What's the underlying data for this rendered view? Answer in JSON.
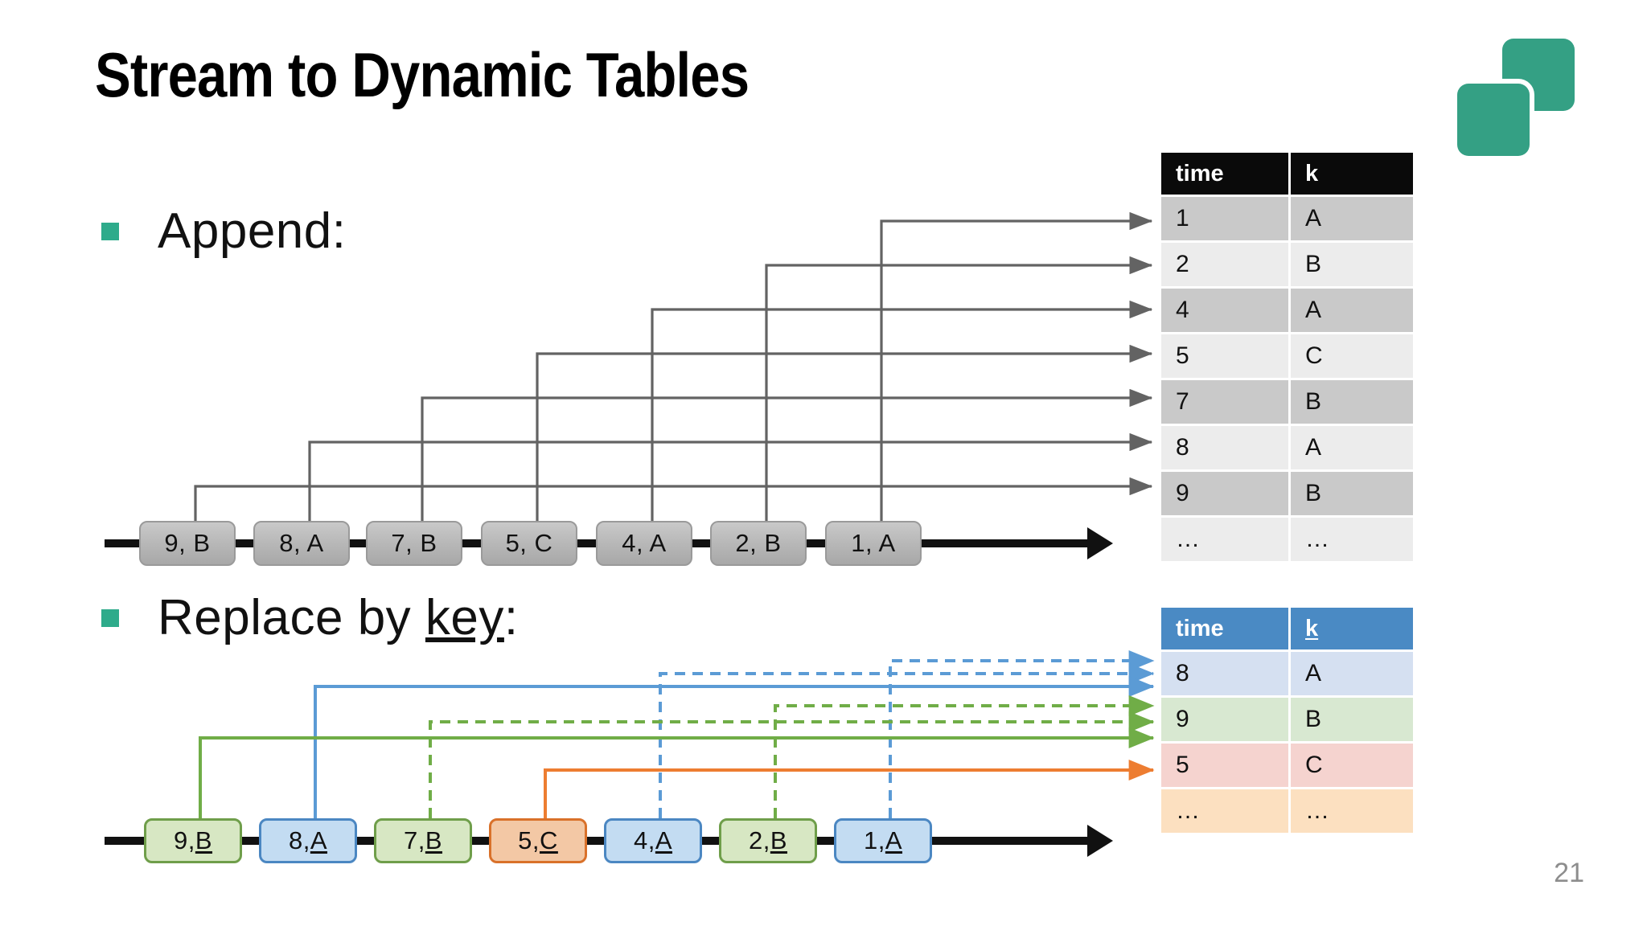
{
  "slide": {
    "title": "Stream to Dynamic Tables",
    "page_number": "21",
    "accent_color": "#2eab8b",
    "logo_color": "#34a084"
  },
  "bullets": [
    {
      "label_prefix": "Append",
      "label_key": "",
      "label_suffix": ":",
      "full": "Append:"
    },
    {
      "label_prefix": "Replace by ",
      "label_key": "key",
      "label_suffix": ":",
      "full": "Replace by key:"
    }
  ],
  "append_section": {
    "stream_events": [
      {
        "time": "9",
        "key": "B",
        "text": "9, B",
        "color": "grey"
      },
      {
        "time": "8",
        "key": "A",
        "text": "8, A",
        "color": "grey"
      },
      {
        "time": "7",
        "key": "B",
        "text": "7, B",
        "color": "grey"
      },
      {
        "time": "5",
        "key": "C",
        "text": "5, C",
        "color": "grey"
      },
      {
        "time": "4",
        "key": "A",
        "text": "4, A",
        "color": "grey"
      },
      {
        "time": "2",
        "key": "B",
        "text": "2, B",
        "color": "grey"
      },
      {
        "time": "1",
        "key": "A",
        "text": "1, A",
        "color": "grey"
      }
    ],
    "table": {
      "header_bg": "#0a0a0a",
      "columns": [
        "time",
        "k"
      ],
      "rows": [
        [
          "1",
          "A"
        ],
        [
          "2",
          "B"
        ],
        [
          "4",
          "A"
        ],
        [
          "5",
          "C"
        ],
        [
          "7",
          "B"
        ],
        [
          "8",
          "A"
        ],
        [
          "9",
          "B"
        ],
        [
          "…",
          "…"
        ]
      ]
    }
  },
  "replace_section": {
    "stream_events": [
      {
        "time": "9",
        "key": "B",
        "text_prefix": "9, ",
        "key_text": "B",
        "color": "green"
      },
      {
        "time": "8",
        "key": "A",
        "text_prefix": "8, ",
        "key_text": "A",
        "color": "blue"
      },
      {
        "time": "7",
        "key": "B",
        "text_prefix": "7, ",
        "key_text": "B",
        "color": "green"
      },
      {
        "time": "5",
        "key": "C",
        "text_prefix": "5, ",
        "key_text": "C",
        "color": "orange"
      },
      {
        "time": "4",
        "key": "A",
        "text_prefix": "4, ",
        "key_text": "A",
        "color": "blue"
      },
      {
        "time": "2",
        "key": "B",
        "text_prefix": "2, ",
        "key_text": "B",
        "color": "green"
      },
      {
        "time": "1",
        "key": "A",
        "text_prefix": "1, ",
        "key_text": "A",
        "color": "blue"
      }
    ],
    "table": {
      "header_bg": "#4a8ac4",
      "columns": [
        "time",
        "k"
      ],
      "rows": [
        {
          "time": "8",
          "k": "A",
          "tint": "blue"
        },
        {
          "time": "9",
          "k": "B",
          "tint": "green"
        },
        {
          "time": "5",
          "k": "C",
          "tint": "red"
        },
        {
          "time": "…",
          "k": "…",
          "tint": "orange"
        }
      ]
    },
    "arrow_colors": {
      "blue": "#5b9bd5",
      "green": "#70ad47",
      "orange": "#ed7d31"
    }
  }
}
